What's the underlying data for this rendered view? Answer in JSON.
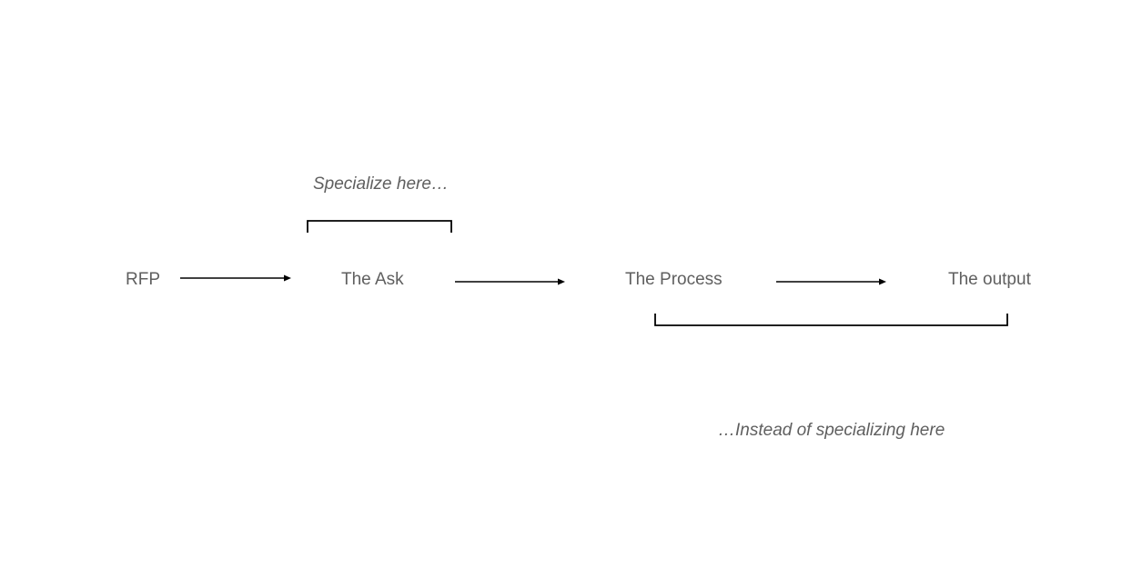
{
  "diagram": {
    "nodes": [
      {
        "id": "rfp",
        "label": "RFP"
      },
      {
        "id": "ask",
        "label": "The Ask"
      },
      {
        "id": "process",
        "label": "The Process"
      },
      {
        "id": "output",
        "label": "The output"
      }
    ],
    "edges": [
      {
        "from": "rfp",
        "to": "ask"
      },
      {
        "from": "ask",
        "to": "process"
      },
      {
        "from": "process",
        "to": "output"
      }
    ],
    "annotations": {
      "top": "Specialize here…",
      "bottom": "…Instead of specializing here"
    },
    "colors": {
      "text": "#5f5f5f",
      "lines": "#000000",
      "background": "#ffffff"
    }
  }
}
